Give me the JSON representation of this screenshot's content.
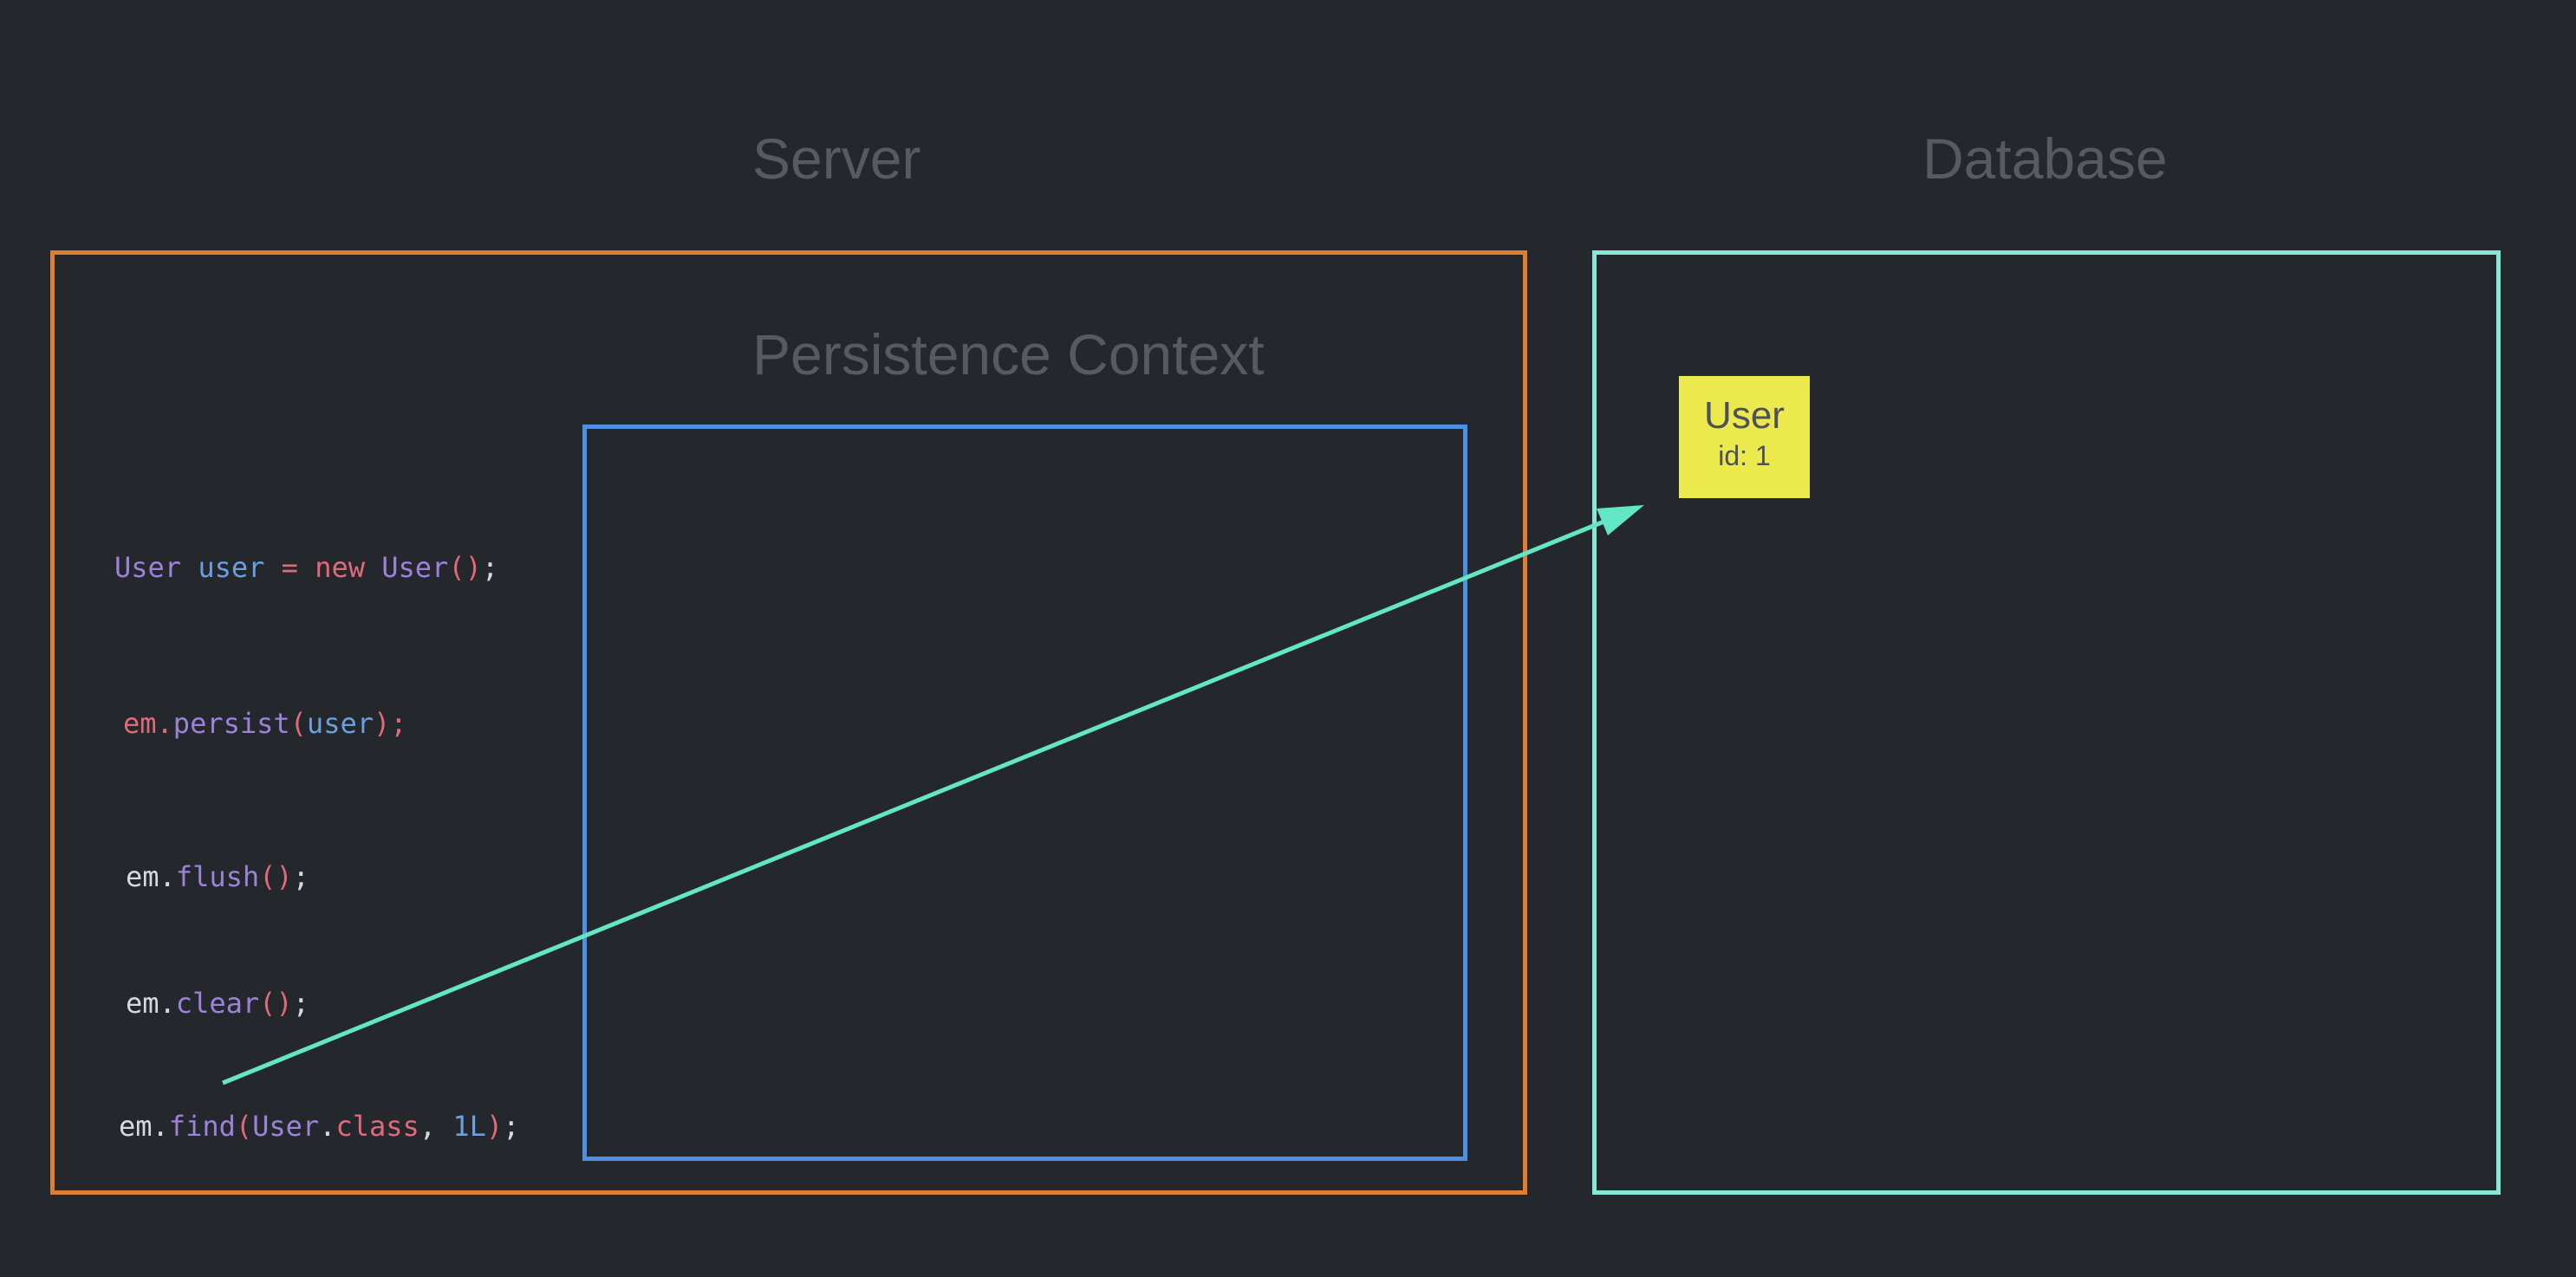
{
  "colors": {
    "background": "#24272c",
    "server_border": "#dd7e33",
    "context_border": "#4b90e2",
    "database_border": "#87e8d6",
    "arrow": "#63e6c3",
    "note_bg": "#ece94e",
    "note_text": "#4d525a",
    "title_text": "#565b61",
    "code_purple": "#9c82d8",
    "code_blue": "#6b9fe0",
    "code_salmon": "#e0697a",
    "code_white": "#d6dade"
  },
  "titles": {
    "server": "Server",
    "database": "Database",
    "persistence_context": "Persistence Context"
  },
  "code": {
    "lines": [
      {
        "text": "User user = new User();",
        "tokens": [
          {
            "t": "User ",
            "c": "purple"
          },
          {
            "t": "user ",
            "c": "blue"
          },
          {
            "t": "= new ",
            "c": "salmon"
          },
          {
            "t": "User",
            "c": "purple"
          },
          {
            "t": "()",
            "c": "salmon"
          },
          {
            "t": ";",
            "c": "white"
          }
        ]
      },
      {
        "text": "em.persist(user);",
        "tokens": [
          {
            "t": "em.",
            "c": "salmon"
          },
          {
            "t": "persist",
            "c": "purple"
          },
          {
            "t": "(",
            "c": "salmon"
          },
          {
            "t": "user",
            "c": "blue"
          },
          {
            "t": ");",
            "c": "salmon"
          }
        ]
      },
      {
        "text": "em.flush();",
        "tokens": [
          {
            "t": "em.",
            "c": "white"
          },
          {
            "t": "flush",
            "c": "purple"
          },
          {
            "t": "()",
            "c": "salmon"
          },
          {
            "t": ";",
            "c": "white"
          }
        ]
      },
      {
        "text": "em.clear();",
        "tokens": [
          {
            "t": "em.",
            "c": "white"
          },
          {
            "t": "clear",
            "c": "purple"
          },
          {
            "t": "()",
            "c": "salmon"
          },
          {
            "t": ";",
            "c": "white"
          }
        ]
      },
      {
        "text": "em.find(User.class, 1L);",
        "tokens": [
          {
            "t": "em.",
            "c": "white"
          },
          {
            "t": "find",
            "c": "purple"
          },
          {
            "t": "(",
            "c": "salmon"
          },
          {
            "t": "User",
            "c": "purple"
          },
          {
            "t": ".",
            "c": "white"
          },
          {
            "t": "class",
            "c": "salmon"
          },
          {
            "t": ", ",
            "c": "white"
          },
          {
            "t": "1L",
            "c": "blue"
          },
          {
            "t": ")",
            "c": "salmon"
          },
          {
            "t": ";",
            "c": "white"
          }
        ]
      }
    ]
  },
  "database_record": {
    "entity": "User",
    "id_label": "id: 1"
  }
}
